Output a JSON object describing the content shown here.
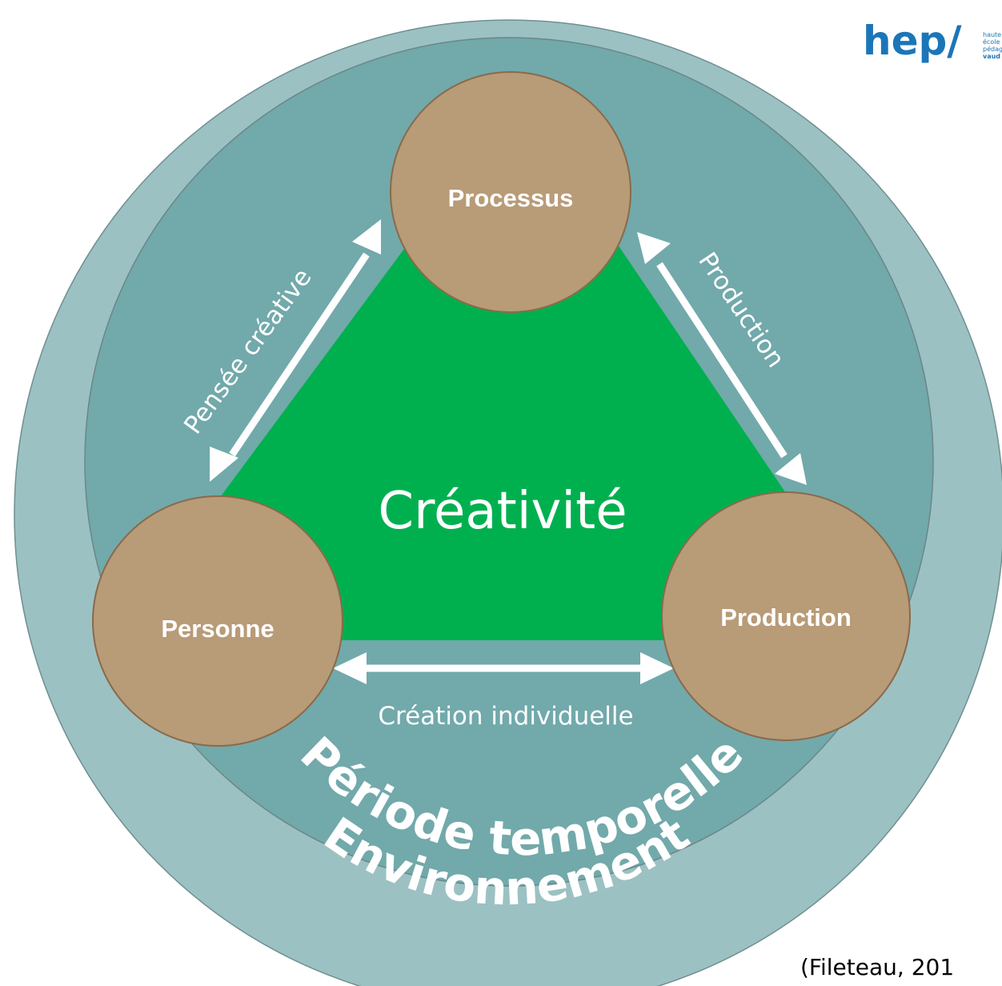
{
  "center_label": "Créativité",
  "nodes": {
    "processus": "Processus",
    "personne": "Personne",
    "production": "Production"
  },
  "edges": {
    "pensee_creative": "Pensée créative",
    "production": "Production",
    "creation_individuelle": "Création individuelle"
  },
  "rings": {
    "inner": "Période temporelle",
    "outer": "Environnement"
  },
  "logo": {
    "word": "hep/",
    "lines": [
      "haute",
      "école",
      "pédagogique",
      "vaud"
    ]
  },
  "citation": "(Fileteau, 201",
  "colors": {
    "outer_ring": "#9cc1c3",
    "inner_ring": "#72a9ab",
    "triangle": "#00b04f",
    "node": "#b89b77",
    "node_stroke": "#8a6a4a",
    "text": "#ffffff"
  }
}
